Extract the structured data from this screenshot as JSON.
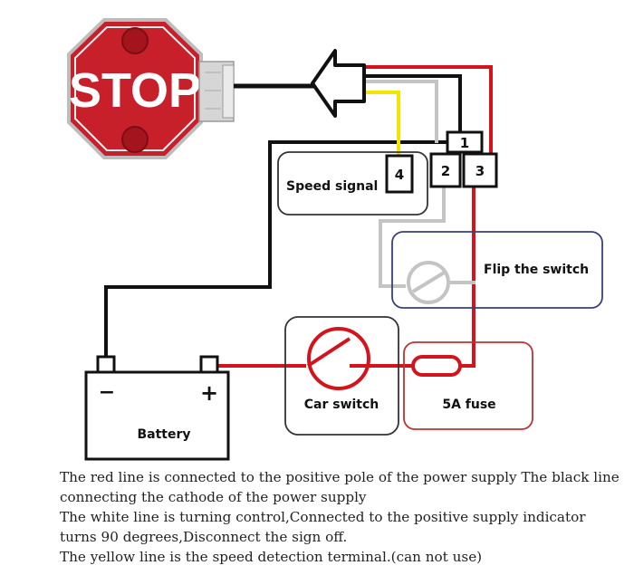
{
  "diagram": {
    "stop_sign_text": "STOP",
    "terminals": [
      "1",
      "2",
      "3",
      "4"
    ],
    "labels": {
      "speed_signal": "Speed signal",
      "flip_switch": "Flip the switch",
      "car_switch": "Car switch",
      "fuse": "5A fuse",
      "battery": "Battery",
      "negative": "−",
      "positive": "+"
    },
    "colors": {
      "red_wire": "#d4141c",
      "black_wire": "#111111",
      "white_wire": "#c4c4c4",
      "yellow_wire": "#f2e600",
      "stop_red": "#c8202a",
      "navy_box": "#3a3f7a",
      "red_box": "#c03030"
    }
  },
  "notes": [
    "The red line is connected to the positive pole of the power supply The black line connecting the cathode of the power supply",
    "The white line is turning control,Connected to the positive supply indicator turns 90 degrees,Disconnect the sign off.",
    "The yellow line is the speed detection terminal.(can not use)"
  ]
}
